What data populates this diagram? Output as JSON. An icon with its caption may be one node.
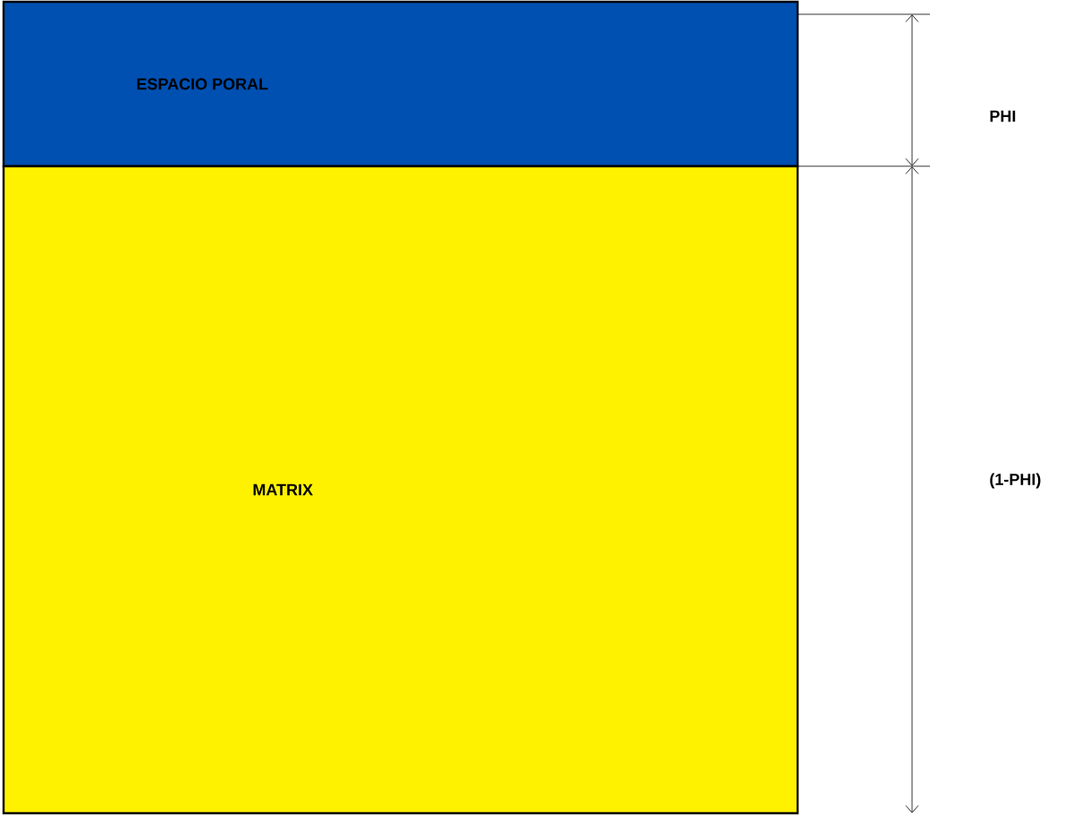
{
  "diagram": {
    "nodes": [
      {
        "text": [
          "ESPACIO PORAL"
        ]
      },
      {
        "text": [
          "MATRIX"
        ]
      }
    ],
    "labels": [
      "PHI",
      "(1-PHI)"
    ]
  }
}
